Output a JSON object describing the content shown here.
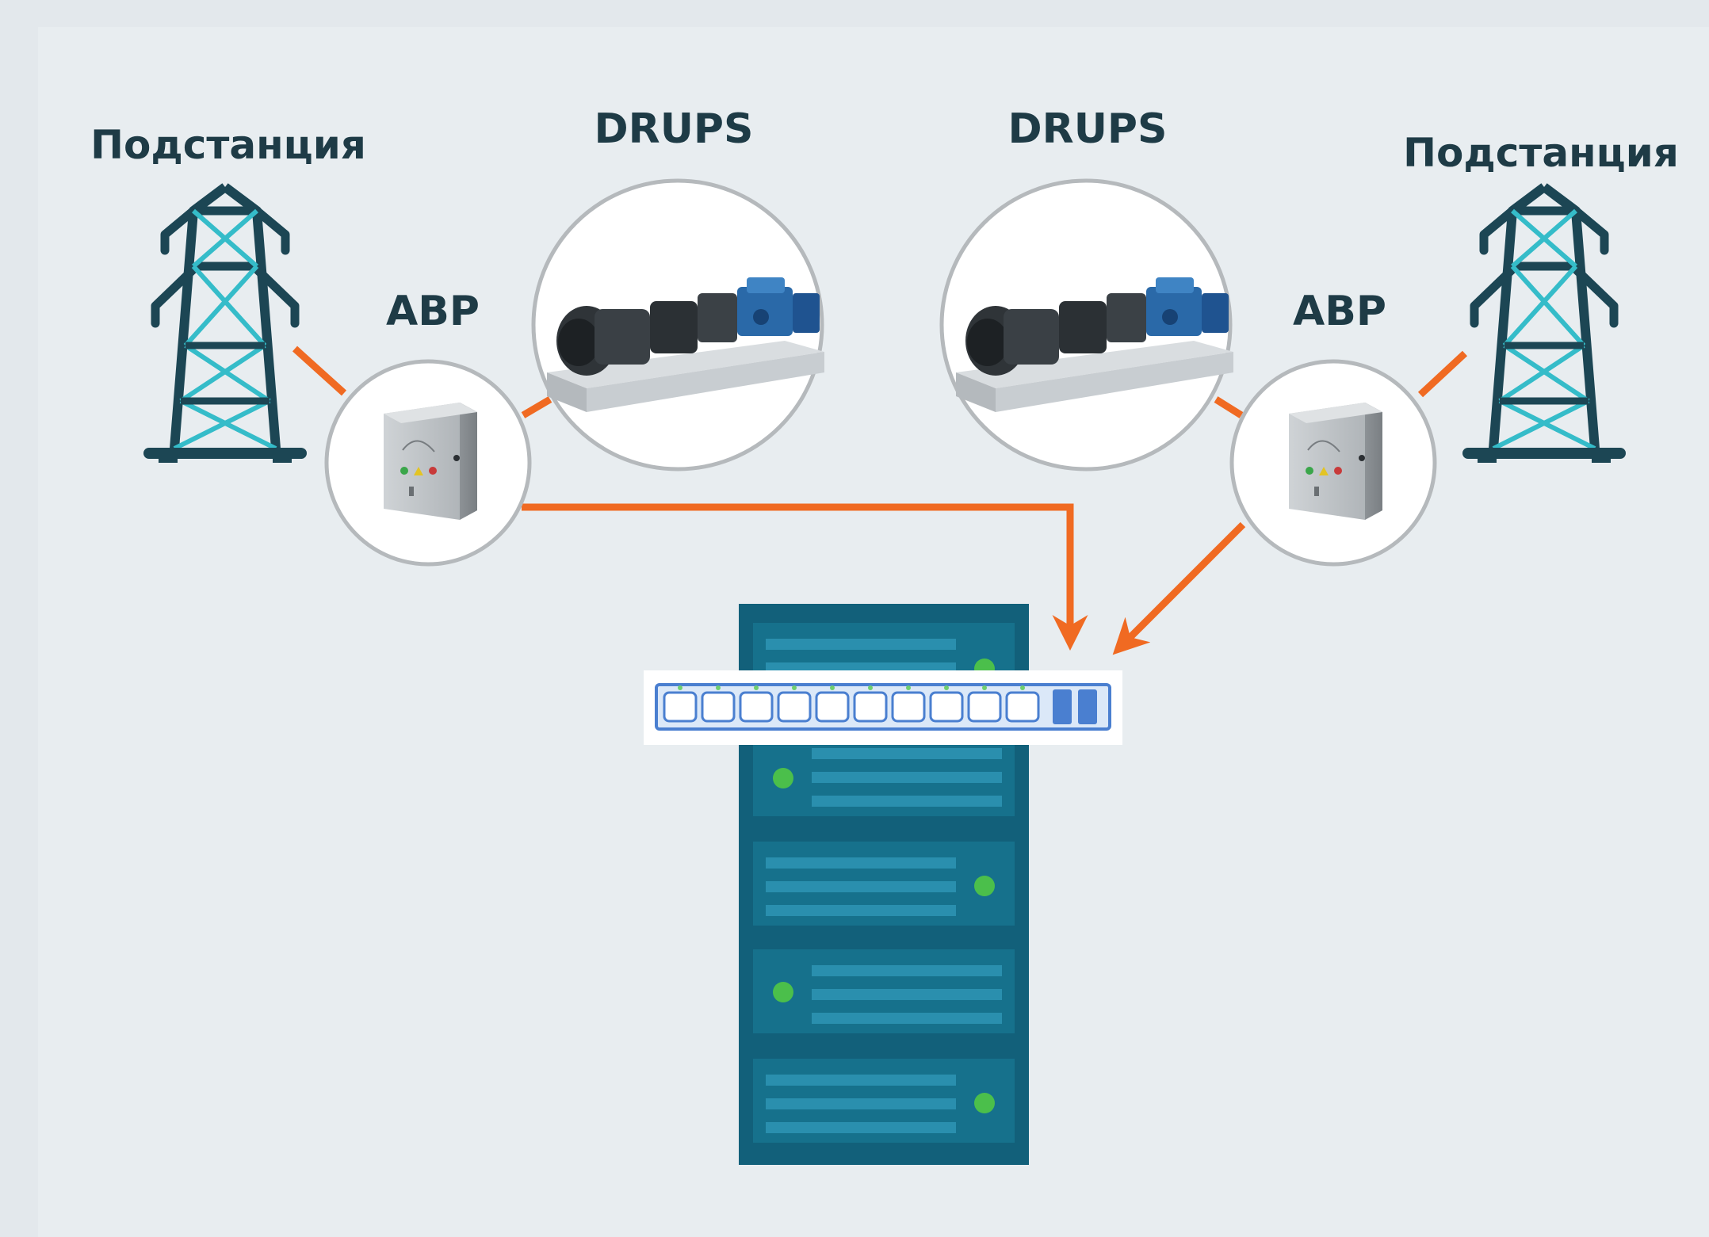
{
  "diagram": {
    "left": {
      "substation_label": "Подстанция",
      "drups_label": "DRUPS",
      "ats_label": "АВР"
    },
    "right": {
      "substation_label": "Подстанция",
      "drups_label": "DRUPS",
      "ats_label": "АВР"
    }
  },
  "colors": {
    "background": "#e3e8ec",
    "panel": "#e8edf0",
    "connector": "#f06a22",
    "tower": "#1c4654",
    "tower_bracing": "#35bcc9",
    "rack": "#12607a",
    "rack_slot": "#16718c",
    "rack_led": "#4bbf4b",
    "pdu": "#4a7fd0"
  },
  "icons": {
    "substation": "power-tower-icon",
    "drups": "diesel-rotary-ups-icon",
    "ats": "switch-cabinet-icon",
    "rack": "server-rack-icon",
    "pdu": "power-distribution-strip-icon"
  }
}
